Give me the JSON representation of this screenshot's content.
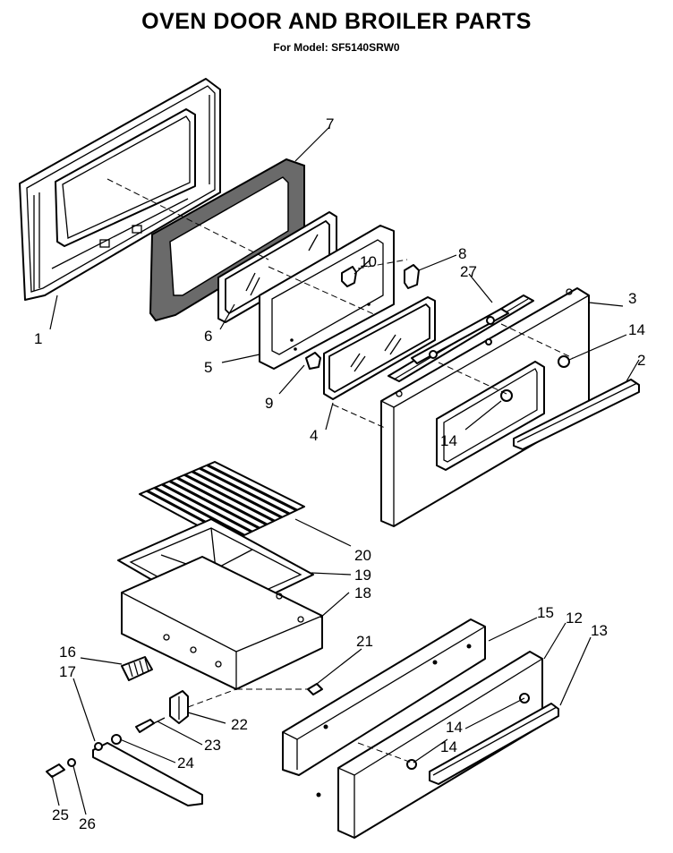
{
  "title": "OVEN DOOR AND BROILER PARTS",
  "subtitle": "For Model: SF5140SRW0",
  "callouts": [
    "1",
    "2",
    "3",
    "4",
    "5",
    "6",
    "7",
    "8",
    "9",
    "10",
    "12",
    "13",
    "14",
    "14",
    "14",
    "14",
    "15",
    "16",
    "17",
    "18",
    "19",
    "20",
    "21",
    "22",
    "23",
    "24",
    "25",
    "26",
    "27"
  ],
  "parts_shown": {
    "door_assembly": [
      "1",
      "2",
      "3",
      "4",
      "5",
      "6",
      "7",
      "8",
      "9",
      "10",
      "14",
      "27"
    ],
    "broiler_assembly": [
      "16",
      "17",
      "18",
      "19",
      "20",
      "21",
      "22",
      "23",
      "24",
      "25",
      "26"
    ],
    "drawer_assembly": [
      "12",
      "13",
      "14",
      "15"
    ]
  }
}
